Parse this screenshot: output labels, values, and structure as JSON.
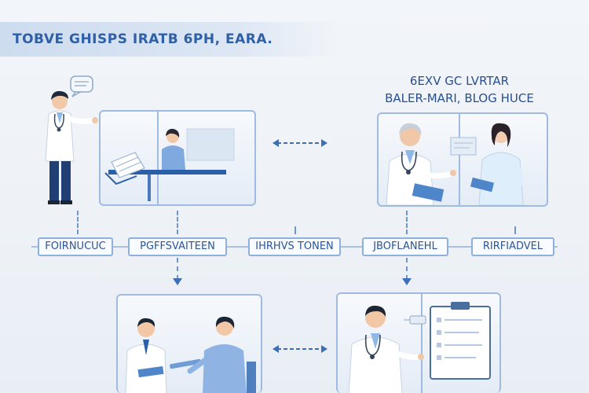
{
  "header": {
    "title": "TOBVE GHISPS IRATB 6PH, EARA."
  },
  "side_title": {
    "line1": "6EXV GC LVRTAR",
    "line2": "BALER-MARI, BLOG HUCE"
  },
  "labels": [
    {
      "text": "FOIRNUCUC"
    },
    {
      "text": "PGFFSVAITEEN"
    },
    {
      "text": "IHRHVS TONEN"
    },
    {
      "text": "JBOFLANEHL"
    },
    {
      "text": "RIRFIADVEL"
    }
  ],
  "colors": {
    "accent": "#2f5fa6",
    "panel_border": "#9fbbe0",
    "arrow": "#3d6fb5",
    "coat": "#ffffff",
    "scrubs": "#8fb8e6"
  }
}
